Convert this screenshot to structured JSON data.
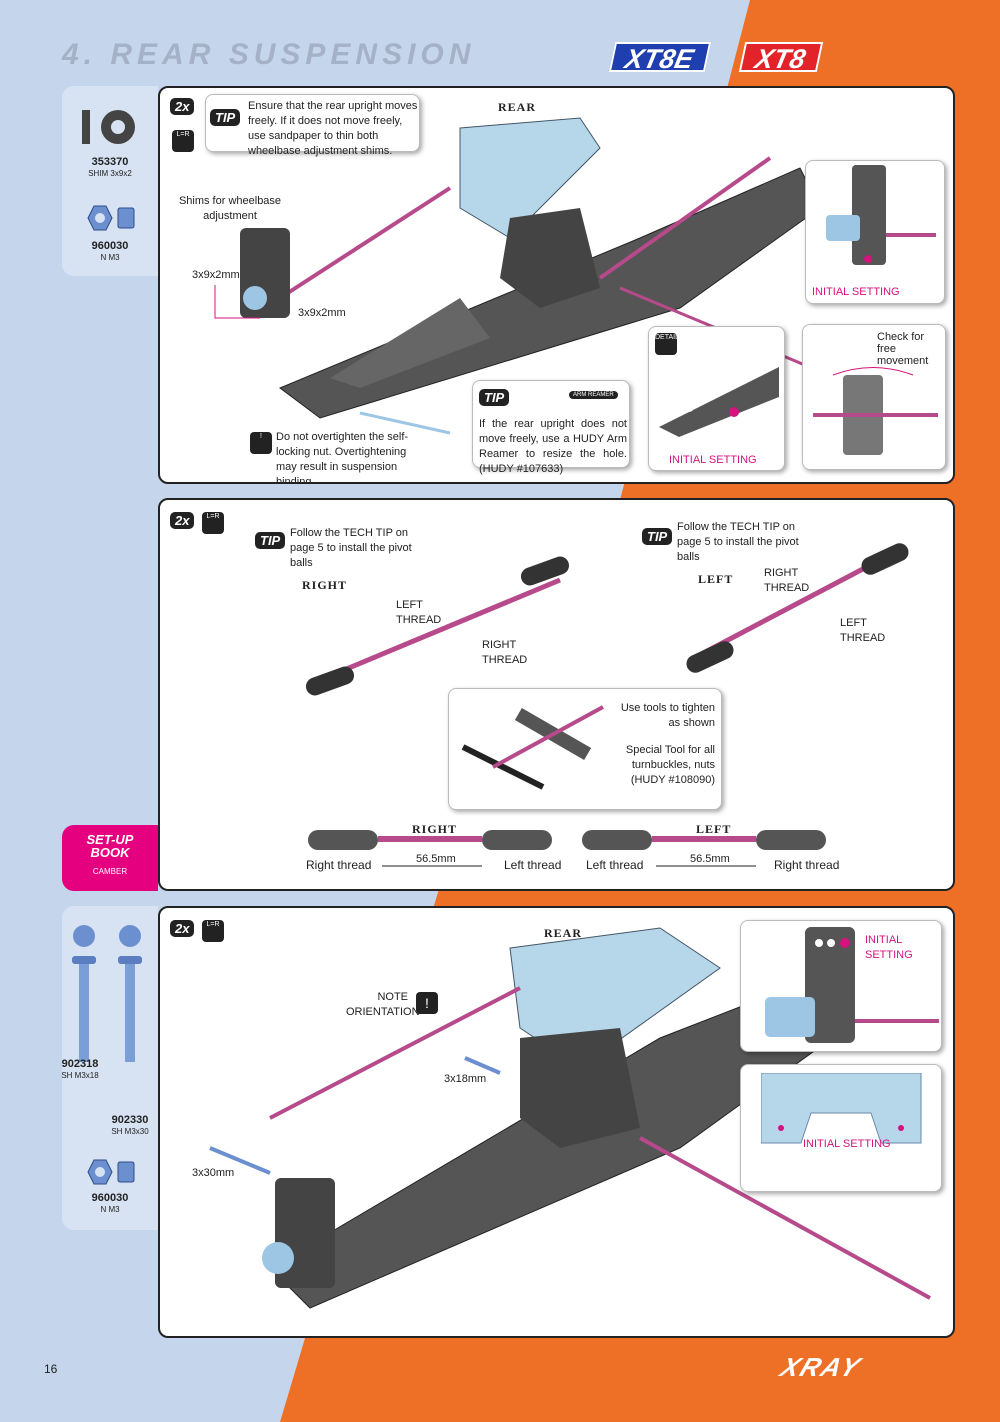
{
  "page": {
    "title": "4. REAR SUSPENSION",
    "brand1": "XT8E",
    "brand2": "XT8",
    "number": "16",
    "logo": "XRAY"
  },
  "parts": {
    "p1": {
      "code": "353370",
      "desc": "SHIM 3x9x2"
    },
    "p2": {
      "code": "960030",
      "desc": "N M3"
    },
    "p3": {
      "code": "902318",
      "desc": "SH M3x18"
    },
    "p4": {
      "code": "902330",
      "desc": "SH M3x30"
    },
    "p5": {
      "code": "960030",
      "desc": "N M3"
    }
  },
  "step1": {
    "qty": "2x",
    "tip": "TIP",
    "lr": "L=R",
    "tip_text": "Ensure that the rear upright moves freely. If it does not move freely, use sandpaper to thin both wheelbase adjustment shims.",
    "rear": "REAR",
    "shims": "Shims for wheelbase adjustment",
    "s1": "3x9x2mm",
    "s2": "3x9x2mm",
    "warn": "Do not overtighten the self-locking nut. Overtightening may result in suspension binding.",
    "tip2": "TIP",
    "reamer": "ARM REAMER",
    "tip2_text": "If the rear upright does not move freely, use a HUDY Arm Reamer to resize the hole.   (HUDY #107633)",
    "initial1": "INITIAL SETTING",
    "initial2": "INITIAL SETTING",
    "check": "Check for free movement",
    "detail": "DETAIL"
  },
  "step2": {
    "qty": "2x",
    "lr": "L=R",
    "tip": "TIP",
    "tipA": "Follow the TECH TIP on page 5 to install the pivot balls",
    "tipB": "Follow the TECH TIP on page 5 to install the pivot balls",
    "right": "RIGHT",
    "left": "LEFT",
    "lt1": "LEFT THREAD",
    "rt1": "RIGHT THREAD",
    "rt2": "RIGHT THREAD",
    "lt2": "LEFT THREAD",
    "tools": "Use tools to tighten as shown",
    "special": "Special Tool for all turnbuckles, nuts (HUDY #108090)",
    "dimR": "56.5mm",
    "dimL": "56.5mm",
    "rth1": "Right thread",
    "lth1": "Left thread",
    "lth2": "Left thread",
    "rth2": "Right thread",
    "setup1": "SET-UP",
    "setup2": "BOOK",
    "camber": "CAMBER"
  },
  "step3": {
    "qty": "2x",
    "lr": "L=R",
    "rear": "REAR",
    "note": "NOTE ORIENTATION",
    "s18": "3x18mm",
    "s30": "3x30mm",
    "initial_a": "INITIAL SETTING",
    "initial_b": "INITIAL SETTING"
  },
  "colors": {
    "accent": "#d6127f",
    "orange": "#ee7026",
    "blue": "#c5d6ec"
  }
}
